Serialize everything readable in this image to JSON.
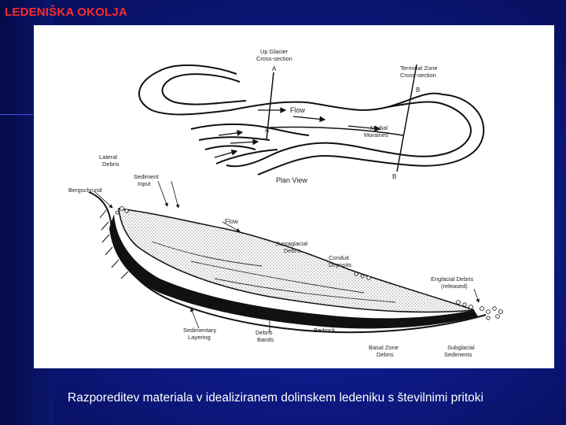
{
  "title": "LEDENIŠKA OKOLJA",
  "caption": "Razporeditev materiala v idealiziranem dolinskem ledeniku s številnimi pritoki",
  "figure": {
    "plan_view": {
      "up_glacier": "Up Glacier",
      "cross_section": "Cross-section",
      "terminal_zone": "Terminal Zone",
      "terminal_cross": "Cross-section",
      "a_top": "A",
      "a_bottom": "A",
      "b_top": "B",
      "b_bottom": "B",
      "flow": "Flow",
      "medial": "Medial",
      "moraines": "Moraines",
      "plan_view_label": "Plan View"
    },
    "section": {
      "lateral1": "Lateral",
      "lateral2": "Debris",
      "sediment1": "Sediment",
      "sediment2": "Input",
      "bergschrund": "Bergschrund",
      "flow": "Flow",
      "supraglacial1": "Supraglacial",
      "supraglacial2": "Debris",
      "conduit1": "Conduit",
      "conduit2": "Deposits",
      "englacial1": "Englacial Debris",
      "englacial2": "(released)",
      "sedimentary1": "Sedimentary",
      "sedimentary2": "Layering",
      "debris_bands1": "Debris",
      "debris_bands2": "Bands",
      "bedrock": "Bedrock",
      "basal1": "Basal Zone",
      "basal2": "Debris",
      "subglacial1": "Subglacial",
      "subglacial2": "Sediments"
    }
  }
}
